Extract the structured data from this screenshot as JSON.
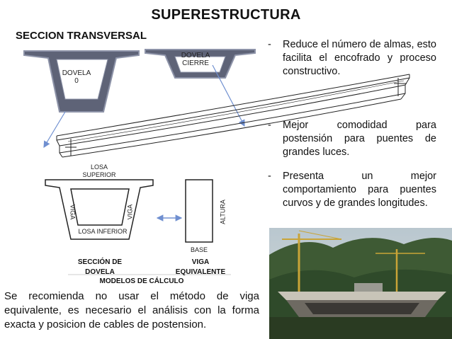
{
  "slide": {
    "title": "SUPERESTRUCTURA",
    "section_heading": "SECCION TRANSVERSAL"
  },
  "cross_sections": {
    "dovela_0": [
      "DOVELA",
      "0"
    ],
    "dovela_cierre": [
      "DOVELA",
      "CIERRE"
    ]
  },
  "model": {
    "losa_superior": [
      "LOSA",
      "SUPERIOR"
    ],
    "losa_inferior": "LOSA INFERIOR",
    "viga_left": "VIGA",
    "viga_right": "VIGA",
    "altura": "ALTURA",
    "base": "BASE",
    "caption_left": [
      "SECCIÓN DE",
      "DOVELA"
    ],
    "caption_right": [
      "VIGA",
      "EQUIVALENTE"
    ],
    "caption_main": "MODELOS DE  CÁLCULO"
  },
  "bullets": [
    {
      "dash": "-",
      "text": "Reduce el número de almas, esto facilita el encofrado y proceso constructivo."
    },
    {
      "dash": "-",
      "text": "Mejor comodidad para postensión para puentes de grandes luces."
    },
    {
      "dash": "-",
      "text": "Presenta un mejor comportamiento para puentes curvos y de grandes longitudes."
    }
  ],
  "note": "Se recomienda no usar el método de viga equivalente, es necesario el análisis con la forma exacta y posicion de cables de postension.",
  "colors": {
    "section_fill": "#5e6377",
    "section_stroke": "#8d93a8",
    "arrow": "#6f8fd0"
  }
}
